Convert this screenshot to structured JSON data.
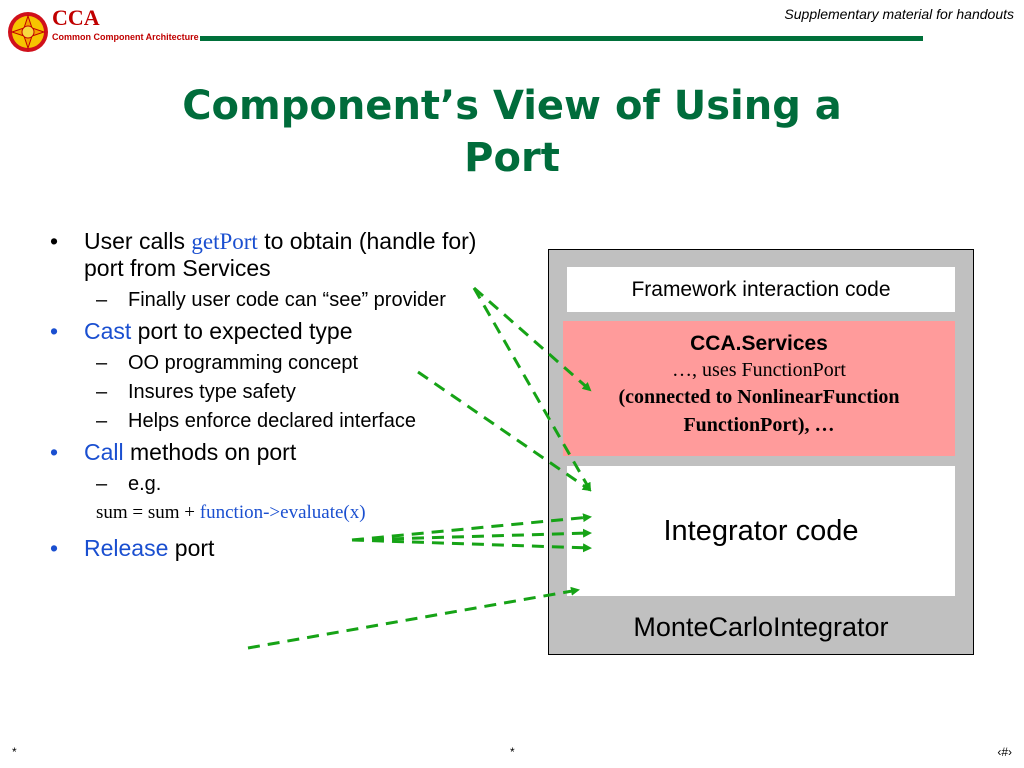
{
  "header": {
    "logo_text": "CCA",
    "logo_subtitle": "Common Component Architecture",
    "note": "Supplementary material for handouts"
  },
  "title": {
    "line1": "Component’s View of Using a",
    "line2": "Port"
  },
  "bullets": {
    "b1": {
      "t1": "User calls ",
      "t2": "getPort",
      "t3": " to obtain (handle for) port from Services",
      "sub1": "Finally user code can “see” provider"
    },
    "b2": {
      "t1": "Cast",
      "t2": " port to expected type",
      "sub1": "OO programming concept",
      "sub2": "Insures type safety",
      "sub3": "Helps enforce declared interface"
    },
    "b3": {
      "t1": "Call",
      "t2": " methods on port",
      "sub1": "e.g.",
      "formula_a": "sum = sum + ",
      "formula_b": "function->evaluate(x)"
    },
    "b4": {
      "t1": "Release",
      "t2": " port"
    },
    "bullet_char": "•",
    "dash_char": "–"
  },
  "diagram": {
    "framework_box": "Framework interaction code",
    "services_title": "CCA.Services",
    "services_line1": "…, uses FunctionPort",
    "services_line2": "(connected to NonlinearFunction",
    "services_line3": "FunctionPort), …",
    "integrator_box": "Integrator code",
    "container_label": "MonteCarloIntegrator"
  },
  "colors": {
    "title_green": "#006c3b",
    "logo_red": "#c00000",
    "link_blue": "#1a4fd0",
    "arrow_green": "#16a316",
    "services_pink": "#ff9b9b",
    "container_gray": "#c0c0c0"
  },
  "footer": {
    "left": "*",
    "center": "*",
    "right": "‹#›"
  }
}
